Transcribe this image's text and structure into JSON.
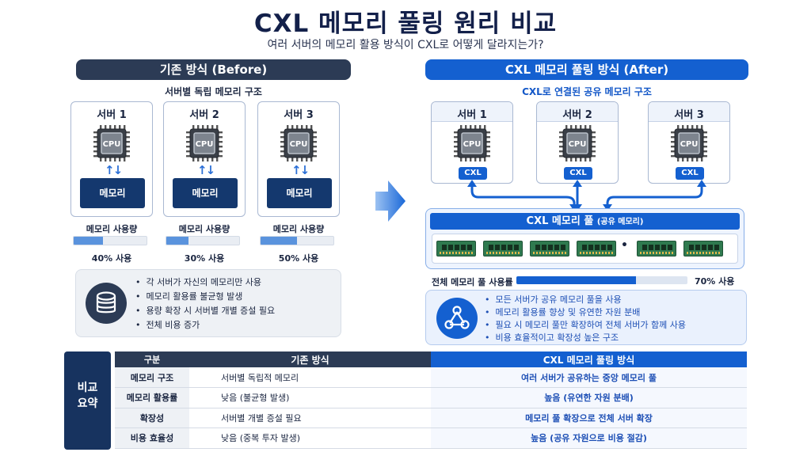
{
  "title": "CXL 메모리 풀링 원리 비교",
  "subtitle": "여러 서버의 메모리 활용 방식이 CXL로 어떻게 달라지는가?",
  "before": {
    "header": "기존 방식 (Before)",
    "subheader": "서버별 독립 메모리 구조",
    "servers": [
      {
        "name": "서버 1",
        "cpu": "CPU",
        "memory": "메모리",
        "usage_label": "메모리 사용량",
        "usage_percent": 40,
        "usage_text": "40% 사용"
      },
      {
        "name": "서버 2",
        "cpu": "CPU",
        "memory": "메모리",
        "usage_label": "메모리 사용량",
        "usage_percent": 30,
        "usage_text": "30% 사용"
      },
      {
        "name": "서버 3",
        "cpu": "CPU",
        "memory": "메모리",
        "usage_label": "메모리 사용량",
        "usage_percent": 50,
        "usage_text": "50% 사용"
      }
    ],
    "icon": "database-icon",
    "notes": [
      "각 서버가 자신의 메모리만 사용",
      "메모리 활용률 불균형 발생",
      "용량 확장 시 서버별 개별 증설 필요",
      "전체 비용 증가"
    ]
  },
  "after": {
    "header": "CXL 메모리 풀링 방식 (After)",
    "subheader": "CXL로 연결된 공유 메모리 구조",
    "servers": [
      {
        "name": "서버 1",
        "cpu": "CPU",
        "link": "CXL"
      },
      {
        "name": "서버 2",
        "cpu": "CPU",
        "link": "CXL"
      },
      {
        "name": "서버 3",
        "cpu": "CPU",
        "link": "CXL"
      }
    ],
    "pool_title": "CXL 메모리 풀",
    "pool_subtitle": "(공유 메모리)",
    "pool_usage_label": "전체 메모리 풀 사용률",
    "pool_usage_percent": 70,
    "pool_usage_text": "70% 사용",
    "icon": "network-share-icon",
    "notes": [
      "모든 서버가 공유 메모리 풀을 사용",
      "메모리 활용률 향상 및 유연한 자원 분배",
      "필요 시 메모리 풀만 확장하여 전체 서버가 함께 사용",
      "비용 효율적이고 확장성 높은 구조"
    ]
  },
  "summary": {
    "label_line1": "비교",
    "label_line2": "요약",
    "headers": [
      "구분",
      "기존 방식",
      "CXL 메모리 풀링 방식"
    ],
    "rows": [
      [
        "메모리 구조",
        "서버별 독립적 메모리",
        "여러 서버가 공유하는 중앙 메모리 풀"
      ],
      [
        "메모리 활용률",
        "낮음 (불균형 발생)",
        "높음 (유연한 자원 분배)"
      ],
      [
        "확장성",
        "서버별 개별 증설 필요",
        "메모리 풀 확장으로 전체 서버 확장"
      ],
      [
        "비용 효율성",
        "낮음 (중복 투자 발생)",
        "높음 (공유 자원으로 비용 절감)"
      ]
    ]
  },
  "colors": {
    "navy": "#13204a",
    "accent_blue": "#1460d0",
    "dark_slate": "#2c3b55",
    "memory_block": "#14386e"
  }
}
